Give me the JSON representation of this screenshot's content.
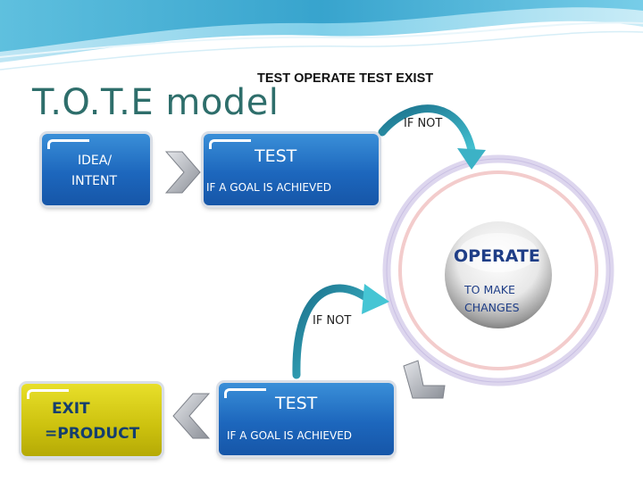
{
  "slide": {
    "title": "T.O.T.E  model",
    "subtitle": "TEST OPERATE TEST EXIST"
  },
  "diagram": {
    "idea_box": {
      "label_line1": "IDEA/",
      "label_line2": "INTENT"
    },
    "test_top": {
      "title": "TEST",
      "caption": "IF A GOAL IS ACHIEVED"
    },
    "if_not_top": "IF NOT",
    "operate": {
      "title": "OPERATE",
      "caption_line1": "TO MAKE",
      "caption_line2": "CHANGES"
    },
    "if_not_bottom": "IF NOT",
    "test_bottom": {
      "title": "TEST",
      "caption": "IF A GOAL IS ACHIEVED"
    },
    "exit_box": {
      "label_line1": "EXIT",
      "label_line2": "=PRODUCT"
    }
  },
  "colors": {
    "title": "#2e6e6b",
    "box_blue": "#1d67bd",
    "box_yellow": "#ccc10e",
    "operate_text": "#1f3e87",
    "arrow_teal": "#2aa7b5"
  }
}
